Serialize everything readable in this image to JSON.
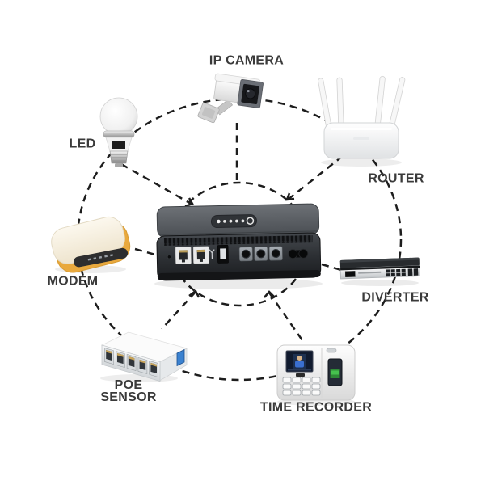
{
  "diagram": {
    "background_color": "#ffffff",
    "connector_line_color": "#1d1d1d",
    "label_color": "#3a3a3a",
    "hub": {
      "name": "mini UPS power box",
      "status_dots": 5,
      "has_power_button": true,
      "ethernet_port_count": 2,
      "usb_port_count": 1,
      "dc_port_count": 3
    },
    "nodes": {
      "ip_camera": {
        "label": "IP CAMERA"
      },
      "router": {
        "label": "ROUTER"
      },
      "diverter": {
        "label": "DIVERTER"
      },
      "time_recorder": {
        "label": "TIME RECORDER"
      },
      "poe_sensor": {
        "label": "POE\nSENSOR"
      },
      "modem": {
        "label": "MODEM"
      },
      "led": {
        "label": "LED"
      }
    },
    "accent_colors": {
      "modem_body": "#e9a93d",
      "poe_side_port": "#3b82d0",
      "fingerprint_light": "#46c24e"
    }
  }
}
